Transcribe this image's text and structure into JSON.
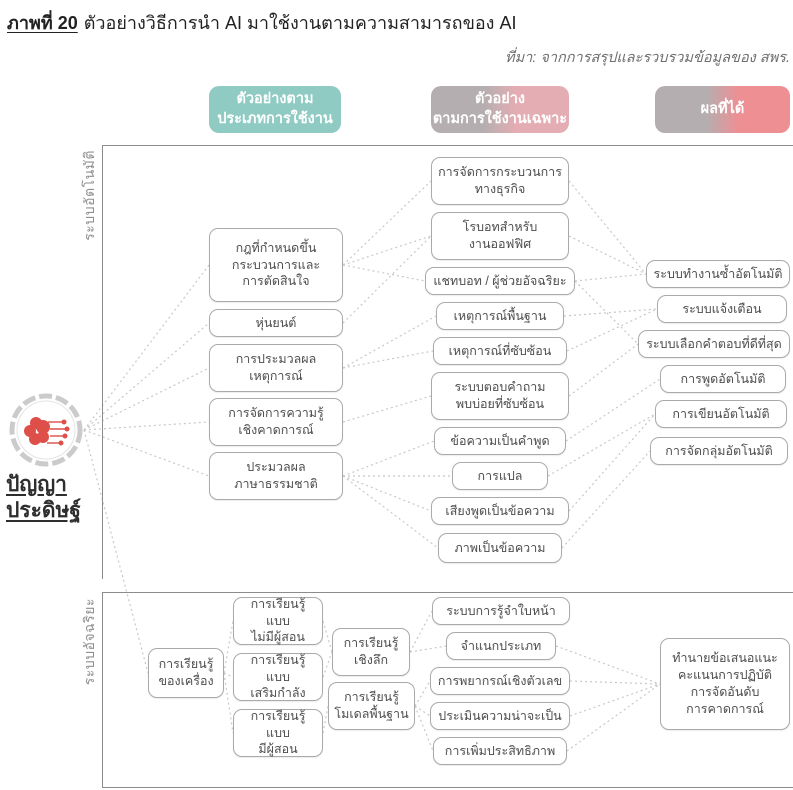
{
  "title": {
    "figure_label": "ภาพที่ 20",
    "text": "ตัวอย่างวิธีการนำ AI มาใช้งานตามความสามารถของ AI"
  },
  "source": "ที่มา:  จากการสรุปและรวบรวมข้อมูลของ สพร.",
  "column_headers": [
    {
      "label": "ตัวอย่างตาม\nประเภทการใช้งาน",
      "colors": [
        "#8fcbc3",
        "#8fcbc3"
      ]
    },
    {
      "label": "ตัวอย่าง\nตามการใช้งานเฉพาะ",
      "colors": [
        "#b5aeb0",
        "#e4adb3"
      ]
    },
    {
      "label": "ผลที่ได้",
      "colors": [
        "#b5aeb0",
        "#ee8f94"
      ]
    }
  ],
  "root": {
    "label": "ปัญญา\nประดิษฐ์"
  },
  "sections": [
    {
      "label": "ระบบอัตโนมัติ"
    },
    {
      "label": "ระบบอัจฉริยะ"
    }
  ],
  "nodes": {
    "t1": {
      "label": "กฎที่กำหนดขึ้น\nกระบวนการและ\nการตัดสินใจ"
    },
    "t2": {
      "label": "หุ่นยนต์"
    },
    "t3": {
      "label": "การประมวลผล\nเหตุการณ์"
    },
    "t4": {
      "label": "การจัดการความรู้\nเชิงคาดการณ์"
    },
    "t5": {
      "label": "ประมวลผล\nภาษาธรรมชาติ"
    },
    "u1": {
      "label": "การจัดการกระบวนการ\nทางธุรกิจ"
    },
    "u2": {
      "label": "โรบอทสำหรับ\nงานออฟฟิศ"
    },
    "u3": {
      "label": "แชทบอท / ผู้ช่วยอัจฉริยะ"
    },
    "u4": {
      "label": "เหตุการณ์พื้นฐาน"
    },
    "u5": {
      "label": "เหตุการณ์ที่ซับซ้อน"
    },
    "u6": {
      "label": "ระบบตอบคำถาม\nพบบ่อยที่ซับซ้อน"
    },
    "u7": {
      "label": "ข้อความเป็นคำพูด"
    },
    "u8": {
      "label": "การแปล"
    },
    "u9": {
      "label": "เสียงพูดเป็นข้อความ"
    },
    "u10": {
      "label": "ภาพเป็นข้อความ"
    },
    "r1": {
      "label": "ระบบทำงานซ้ำอัตโนมัติ"
    },
    "r2": {
      "label": "ระบบแจ้งเตือน"
    },
    "r3": {
      "label": "ระบบเลือกคำตอบที่ดีที่สุด"
    },
    "r4": {
      "label": "การพูดอัตโนมัติ"
    },
    "r5": {
      "label": "การเขียนอัตโนมัติ"
    },
    "r6": {
      "label": "การจัดกลุ่มอัตโนมัติ"
    },
    "ml": {
      "label": "การเรียนรู้\nของเครื่อง"
    },
    "m1": {
      "label": "การเรียนรู้แบบ\nไม่มีผู้สอน"
    },
    "m2": {
      "label": "การเรียนรู้แบบ\nเสริมกำลัง"
    },
    "m3": {
      "label": "การเรียนรู้แบบ\nมีผู้สอน"
    },
    "d1": {
      "label": "การเรียนรู้\nเชิงลึก"
    },
    "d2": {
      "label": "การเรียนรู้\nโมเดลพื้นฐาน"
    },
    "s1": {
      "label": "ระบบการรู้จำใบหน้า"
    },
    "s2": {
      "label": "จำแนกประเภท"
    },
    "s3": {
      "label": "การพยากรณ์เชิงตัวเลข"
    },
    "s4": {
      "label": "ประเมินความน่าจะเป็น"
    },
    "s5": {
      "label": "การเพิ่มประสิทธิภาพ"
    },
    "p1": {
      "label": "ทำนายข้อเสนอแนะ\nคะแนนการปฏิบัติ\nการจัดอันดับ\nการคาดการณ์"
    }
  },
  "edges": [
    [
      "ai",
      "t1"
    ],
    [
      "ai",
      "t2"
    ],
    [
      "ai",
      "t3"
    ],
    [
      "ai",
      "t4"
    ],
    [
      "ai",
      "t5"
    ],
    [
      "ai",
      "ml"
    ],
    [
      "t1",
      "u1"
    ],
    [
      "t1",
      "u2"
    ],
    [
      "t1",
      "u3"
    ],
    [
      "t2",
      "u2"
    ],
    [
      "t3",
      "u4"
    ],
    [
      "t3",
      "u5"
    ],
    [
      "t4",
      "u6"
    ],
    [
      "t5",
      "u7"
    ],
    [
      "t5",
      "u8"
    ],
    [
      "t5",
      "u9"
    ],
    [
      "t5",
      "u10"
    ],
    [
      "u1",
      "r1"
    ],
    [
      "u2",
      "r1"
    ],
    [
      "u3",
      "r1"
    ],
    [
      "u3",
      "r3"
    ],
    [
      "u4",
      "r2"
    ],
    [
      "u5",
      "r2"
    ],
    [
      "u6",
      "r3"
    ],
    [
      "u7",
      "r4"
    ],
    [
      "u8",
      "r5"
    ],
    [
      "u9",
      "r5"
    ],
    [
      "u10",
      "r6"
    ],
    [
      "ml",
      "m1"
    ],
    [
      "ml",
      "m2"
    ],
    [
      "ml",
      "m3"
    ],
    [
      "m1",
      "d1"
    ],
    [
      "m2",
      "d1"
    ],
    [
      "m3",
      "d2"
    ],
    [
      "d1",
      "s1"
    ],
    [
      "d1",
      "s2"
    ],
    [
      "d2",
      "s3"
    ],
    [
      "d2",
      "s4"
    ],
    [
      "d2",
      "s5"
    ],
    [
      "s2",
      "p1"
    ],
    [
      "s3",
      "p1"
    ],
    [
      "s4",
      "p1"
    ],
    [
      "s5",
      "p1"
    ]
  ],
  "edge_color": "#c8c8c8"
}
